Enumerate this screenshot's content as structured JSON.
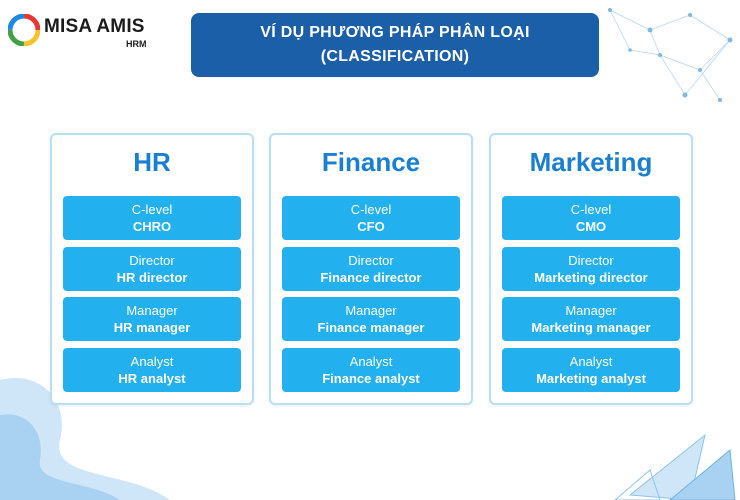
{
  "brand": {
    "logo_text": "MISA AMIS",
    "logo_sub": "HRM"
  },
  "title": {
    "line1": "VÍ DỤ PHƯƠNG PHÁP PHÂN LOẠI",
    "line2": "(CLASSIFICATION)"
  },
  "columns": [
    {
      "name": "HR",
      "levels": [
        {
          "level": "C-level",
          "title": "CHRO"
        },
        {
          "level": "Director",
          "title": "HR director"
        },
        {
          "level": "Manager",
          "title": "HR manager"
        },
        {
          "level": "Analyst",
          "title": "HR analyst"
        }
      ]
    },
    {
      "name": "Finance",
      "levels": [
        {
          "level": "C-level",
          "title": "CFO"
        },
        {
          "level": "Director",
          "title": "Finance director"
        },
        {
          "level": "Manager",
          "title": "Finance manager"
        },
        {
          "level": "Analyst",
          "title": "Finance analyst"
        }
      ]
    },
    {
      "name": "Marketing",
      "levels": [
        {
          "level": "C-level",
          "title": "CMO"
        },
        {
          "level": "Director",
          "title": "Marketing director"
        },
        {
          "level": "Manager",
          "title": "Marketing manager"
        },
        {
          "level": "Analyst",
          "title": "Marketing analyst"
        }
      ]
    }
  ],
  "colors": {
    "title_bg": "#1b5fa8",
    "column_heading": "#1a7fd0",
    "level_box": "#22b1ee",
    "column_border": "#b9dff5"
  }
}
